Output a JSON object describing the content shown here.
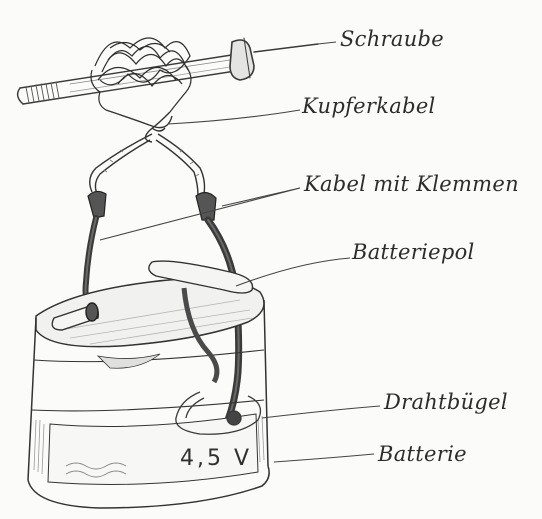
{
  "labels": {
    "screw": "Schraube",
    "copper_wire": "Kupferkabel",
    "clip_cable": "Kabel mit Klemmen",
    "battery_pole": "Batteriepol",
    "wire_bracket": "Drahtbügel",
    "battery": "Batterie"
  },
  "battery_voltage": "4,5 V"
}
